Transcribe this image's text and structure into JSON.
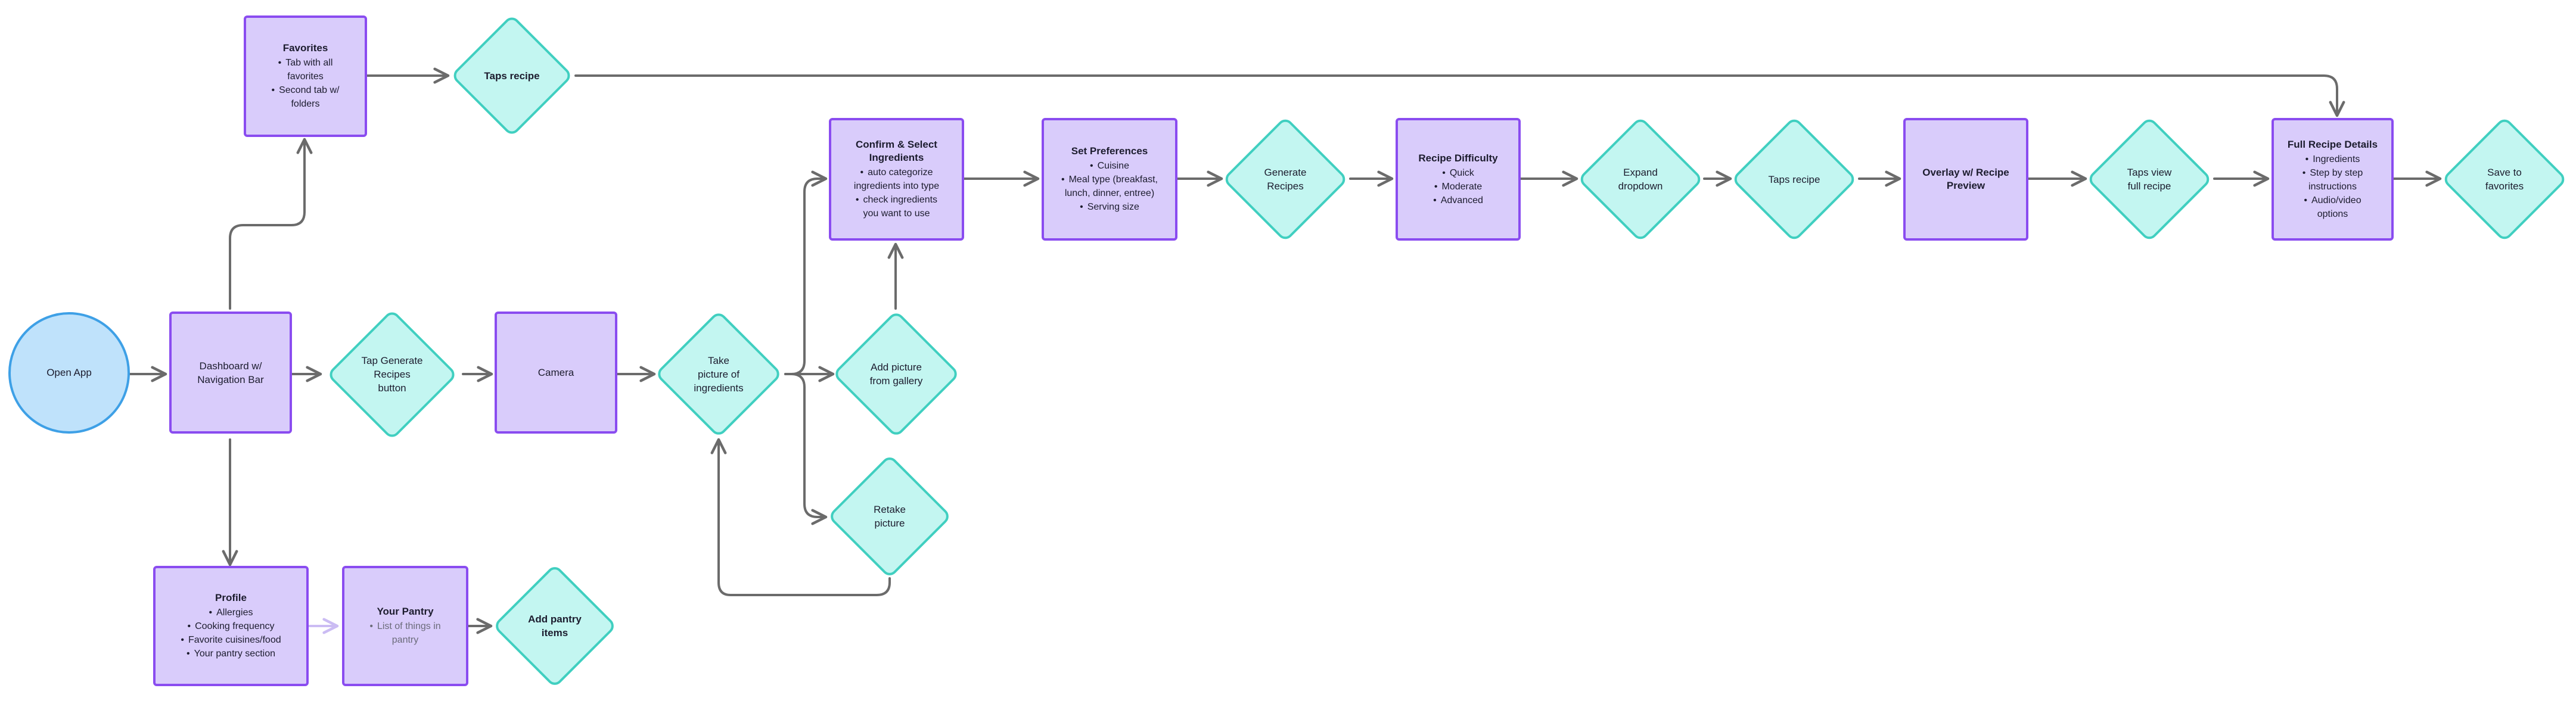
{
  "diagram": {
    "nodes": {
      "open_app": {
        "label": "Open App"
      },
      "dashboard": {
        "label": "Dashboard w/\nNavigation Bar"
      },
      "favorites": {
        "title": "Favorites",
        "bullets": [
          "Tab with all\nfavorites",
          "Second tab w/\nfolders"
        ]
      },
      "taps_recipe_top": {
        "label": "Taps recipe"
      },
      "tap_generate": {
        "label": "Tap Generate\nRecipes\nbutton"
      },
      "camera": {
        "label": "Camera"
      },
      "take_picture": {
        "label": "Take\npicture of\ningredients"
      },
      "add_gallery": {
        "label": "Add picture\nfrom gallery"
      },
      "retake": {
        "label": "Retake\npicture"
      },
      "confirm": {
        "title": "Confirm & Select\nIngredients",
        "bullets": [
          "auto categorize\ningredients into type",
          "check ingredients\nyou want to use"
        ]
      },
      "preferences": {
        "title": "Set Preferences",
        "bullets": [
          "Cuisine",
          "Meal type (breakfast,\nlunch, dinner, entree)",
          "Serving size"
        ]
      },
      "generate": {
        "label": "Generate\nRecipes"
      },
      "difficulty": {
        "title": "Recipe Difficulty",
        "bullets": [
          "Quick",
          "Moderate",
          "Advanced"
        ]
      },
      "expand": {
        "label": "Expand\ndropdown"
      },
      "taps_recipe_mid": {
        "label": "Taps recipe"
      },
      "overlay": {
        "label": "Overlay w/ Recipe\nPreview"
      },
      "taps_view": {
        "label": "Taps view\nfull recipe"
      },
      "full_recipe": {
        "title": "Full Recipe Details",
        "bullets": [
          "Ingredients",
          "Step by step\ninstructions",
          "Audio/video\noptions"
        ]
      },
      "save_fav": {
        "label": "Save to\nfavorites"
      },
      "profile": {
        "title": "Profile",
        "bullets": [
          "Allergies",
          "Cooking frequency",
          "Favorite cuisines/food",
          "Your pantry section"
        ]
      },
      "pantry": {
        "title": "Your Pantry",
        "bullets": [
          "List of things in\npantry"
        ]
      },
      "add_pantry": {
        "label": "Add pantry\nitems"
      }
    },
    "colors": {
      "process_fill": "#d9ccfb",
      "process_border": "#8a4cf0",
      "decision_fill": "#c3f6f1",
      "decision_border": "#40cfc0",
      "start_fill": "#bfe2fb",
      "start_border": "#3ea0e6",
      "edge": "#6b6b6b",
      "edge_faint": "#cbbcf3"
    }
  }
}
